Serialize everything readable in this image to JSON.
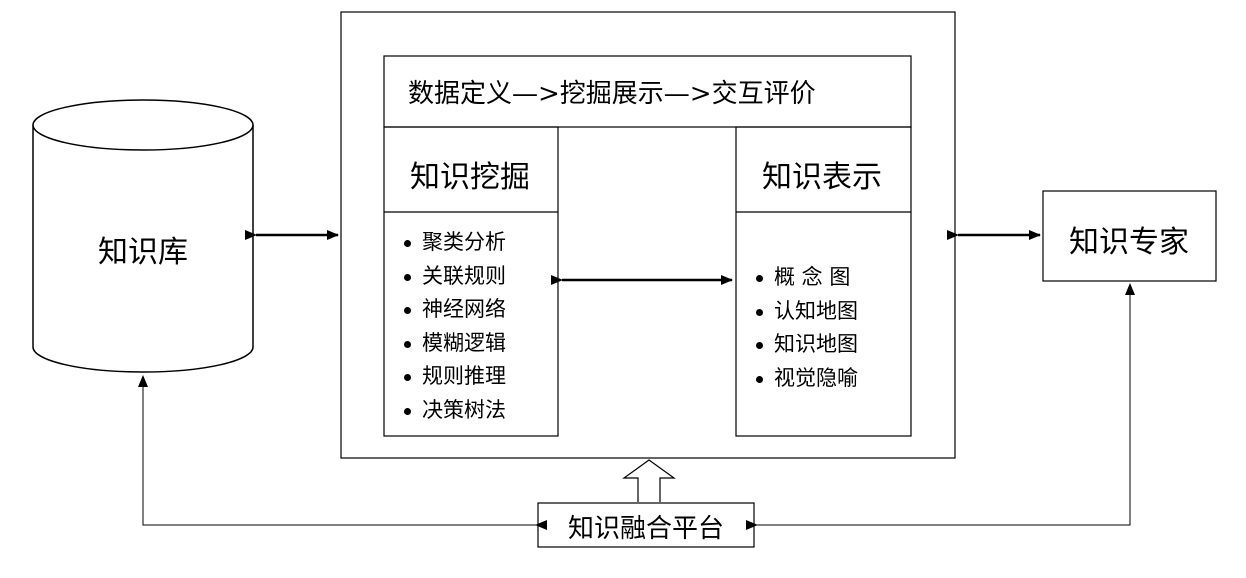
{
  "knowledge_base": {
    "label": "知识库"
  },
  "platform": {
    "process_title": "数据定义—>挖掘展示—>交互评价",
    "mining": {
      "title": "知识挖掘",
      "items": [
        "聚类分析",
        "关联规则",
        "神经网络",
        "模糊逻辑",
        "规则推理",
        "决策树法"
      ]
    },
    "representation": {
      "title": "知识表示",
      "items": [
        "概 念 图",
        "认知地图",
        "知识地图",
        "视觉隐喻"
      ]
    }
  },
  "expert": {
    "label": "知识专家"
  },
  "fusion": {
    "label": "知识融合平台"
  }
}
